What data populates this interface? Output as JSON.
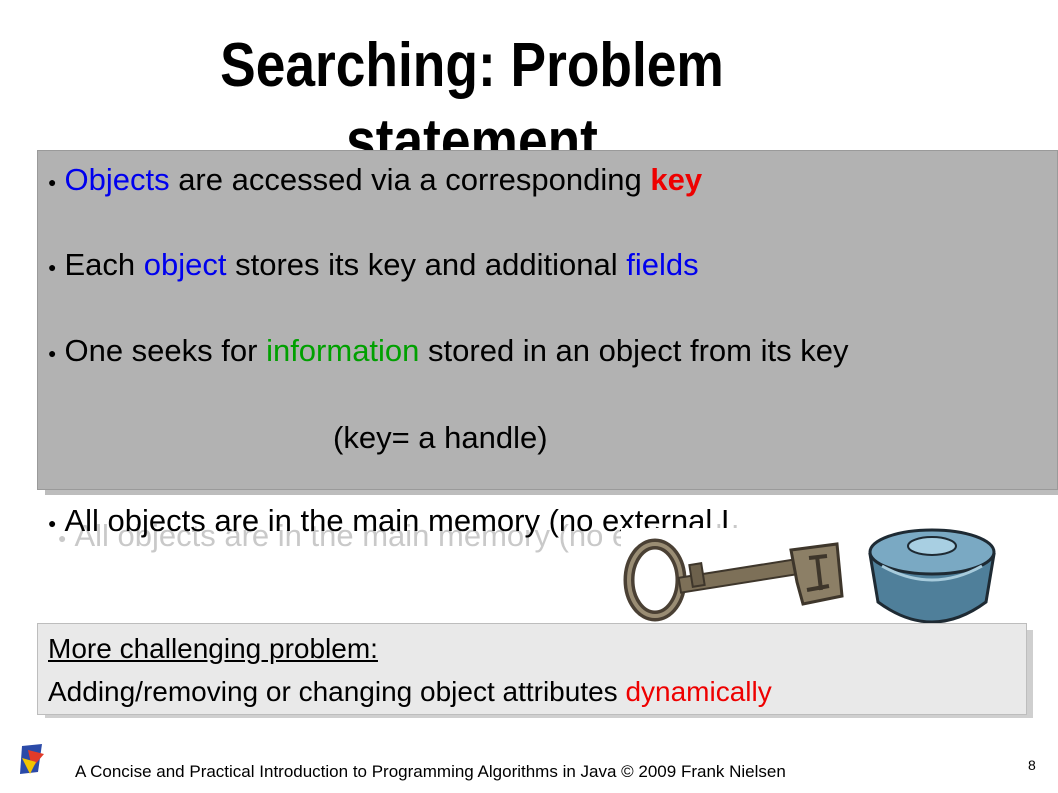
{
  "slide": {
    "title": "Searching: Problem statement",
    "title_line1": "Searching: Problem",
    "title_line2": "statement"
  },
  "bullets": [
    {
      "parts": [
        {
          "text": "Objects",
          "color": "#0000ee"
        },
        {
          "text": " are accessed via a corresponding "
        },
        {
          "text": "key",
          "color": "#ee0000",
          "bold": true
        }
      ]
    },
    {
      "parts": [
        {
          "text": "Each "
        },
        {
          "text": "object",
          "color": "#0000ee"
        },
        {
          "text": " stores its key and additional "
        },
        {
          "text": "fields",
          "color": "#0000ee"
        }
      ]
    },
    {
      "parts": [
        {
          "text": "One seeks for "
        },
        {
          "text": "information",
          "color": "#00a000"
        },
        {
          "text": " stored in an object from its key"
        }
      ]
    }
  ],
  "handle_note": "(key= a handle)",
  "memory_bullet": "All objects are in the main memory (no external I",
  "challenge": {
    "heading": "More challenging problem:",
    "text_before": "Adding/removing  or  changing object attributes ",
    "highlight": "dynamically",
    "highlight_color": "#ee0000"
  },
  "footer": {
    "text": "A Concise and Practical Introduction to Programming Algorithms in Java  © 2009 Frank Nielsen",
    "page": "8"
  }
}
